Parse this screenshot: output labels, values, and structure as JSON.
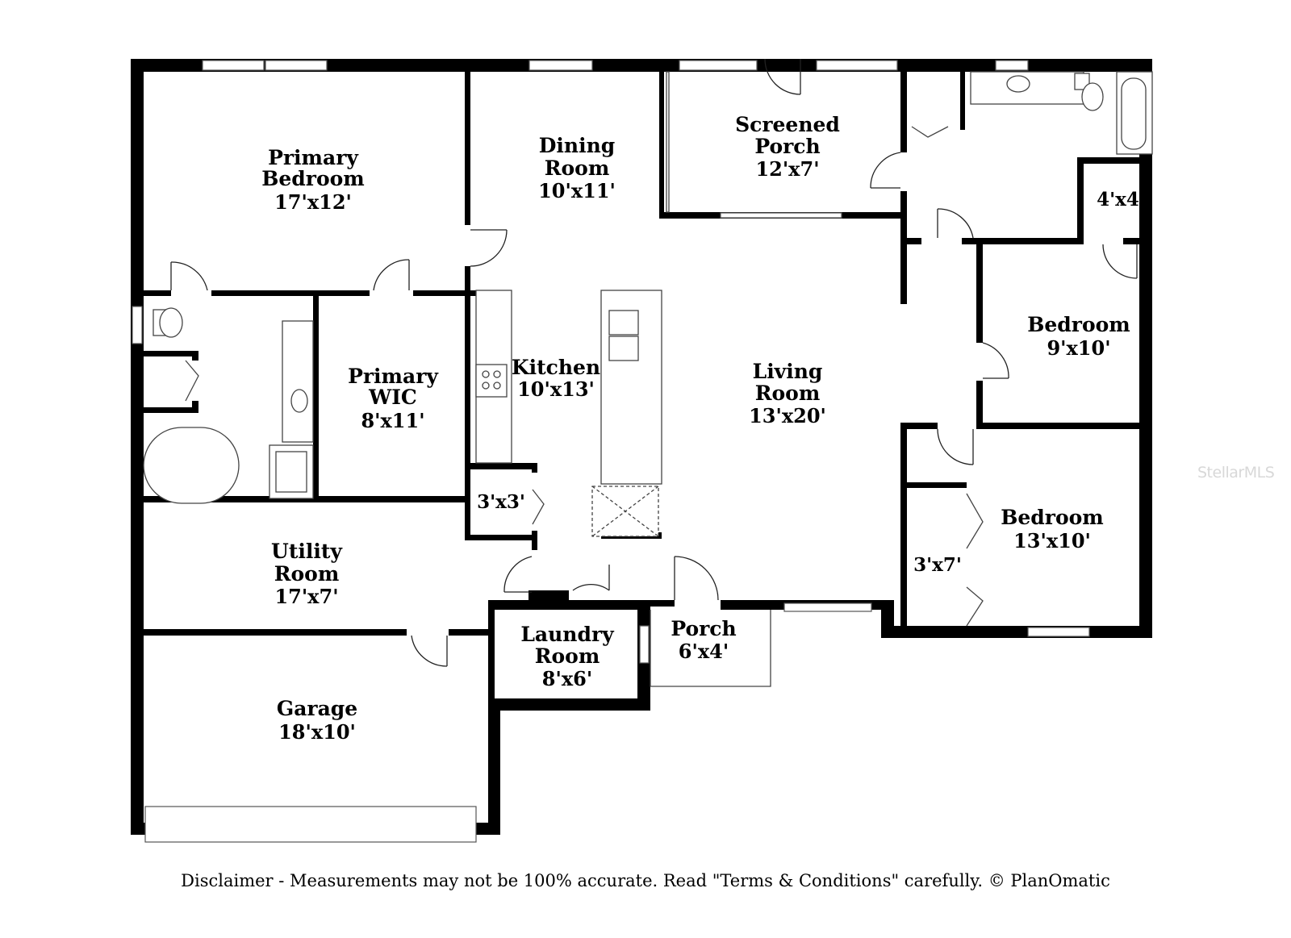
{
  "rooms": {
    "primary_bedroom": {
      "name1": "Primary",
      "name2": "Bedroom",
      "size": "17'x12'"
    },
    "dining_room": {
      "name1": "Dining",
      "name2": "Room",
      "size": "10'x11'"
    },
    "screened_porch": {
      "name1": "Screened",
      "name2": "Porch",
      "size": "12'x7'"
    },
    "closet_4x4": {
      "size": "4'x4'"
    },
    "primary_wic": {
      "name1": "Primary",
      "name2": "WIC",
      "size": "8'x11'"
    },
    "kitchen": {
      "name1": "Kitchen",
      "size": "10'x13'"
    },
    "living_room": {
      "name1": "Living",
      "name2": "Room",
      "size": "13'x20'"
    },
    "bedroom_2": {
      "name1": "Bedroom",
      "size": "9'x10'"
    },
    "pantry_3x3": {
      "size": "3'x3'"
    },
    "bedroom_3": {
      "name1": "Bedroom",
      "size": "13'x10'"
    },
    "closet_3x7": {
      "size": "3'x7'"
    },
    "utility_room": {
      "name1": "Utility",
      "name2": "Room",
      "size": "17'x7'"
    },
    "laundry_room": {
      "name1": "Laundry",
      "name2": "Room",
      "size": "8'x6'"
    },
    "porch": {
      "name1": "Porch",
      "size": "6'x4'"
    },
    "garage": {
      "name1": "Garage",
      "size": "18'x10'"
    }
  },
  "disclaimer": "Disclaimer - Measurements may not be 100% accurate. Read \"Terms & Conditions\" carefully. © PlanOmatic",
  "watermark": "StellarMLS",
  "colors": {
    "wall": "#000000",
    "background": "#ffffff",
    "watermark": "#d8d8d8"
  }
}
